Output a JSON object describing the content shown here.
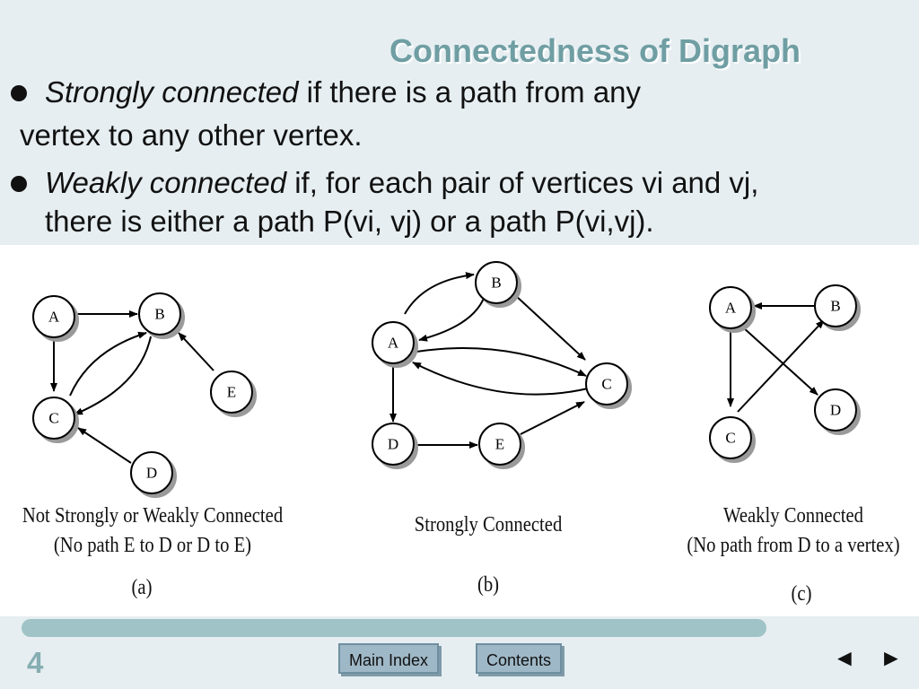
{
  "slide": {
    "title": "Connectedness of Digraph",
    "bullet1_term": "Strongly connected",
    "bullet1_rest": " if there is a path from any",
    "bullet1_line2": "vertex to any other vertex.",
    "bullet2_term": "Weakly connected",
    "bullet2_rest": " if, for each pair of vertices vi and vj,",
    "bullet2_line2": "there is either a path P(vi, vj) or a path P(vi,vj)."
  },
  "figures": {
    "a": {
      "caption1": "Not Strongly or Weakly Connected",
      "caption2": "(No path E to D or D to E)",
      "label": "(a)",
      "nodes": [
        "A",
        "B",
        "C",
        "D",
        "E"
      ]
    },
    "b": {
      "caption1": "Strongly Connected",
      "label": "(b)",
      "nodes": [
        "A",
        "B",
        "C",
        "D",
        "E"
      ]
    },
    "c": {
      "caption1": "Weakly Connected",
      "caption2": "(No path from D to a vertex)",
      "label": "(c)",
      "nodes": [
        "A",
        "B",
        "C",
        "D"
      ]
    }
  },
  "footer": {
    "page_number": "4",
    "main_index_label": "Main Index",
    "contents_label": "Contents",
    "prev_glyph": "◄",
    "next_glyph": "►"
  }
}
